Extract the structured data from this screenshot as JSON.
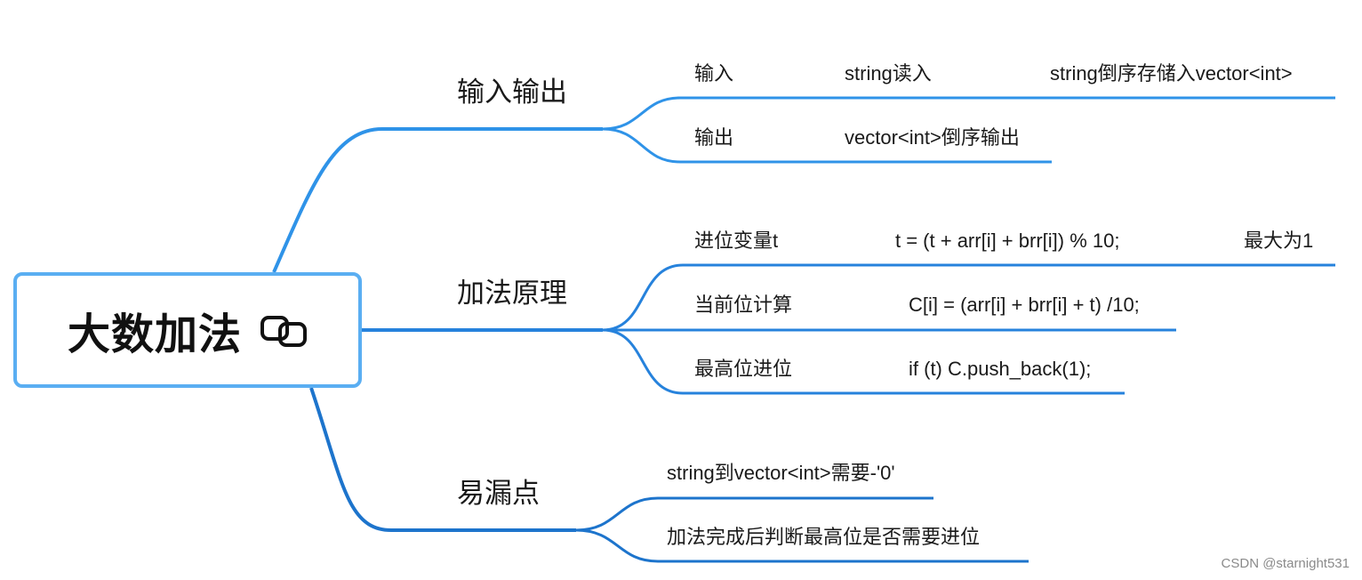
{
  "colors": {
    "line_light": "#2f93e8",
    "line_dark": "#1d74cc",
    "root_border": "#5aaef2"
  },
  "root": {
    "title": "大数加法",
    "icon": "link-icon"
  },
  "branches": [
    {
      "label": "输入输出",
      "children": [
        {
          "cells": [
            "输入",
            "string读入",
            "string倒序存储入vector<int>"
          ]
        },
        {
          "cells": [
            "输出",
            "vector<int>倒序输出"
          ]
        }
      ]
    },
    {
      "label": "加法原理",
      "children": [
        {
          "cells": [
            "进位变量t",
            "t = (t + arr[i] + brr[i]) % 10;",
            "最大为1"
          ]
        },
        {
          "cells": [
            "当前位计算",
            "C[i] = (arr[i] + brr[i] + t) /10;"
          ]
        },
        {
          "cells": [
            "最高位进位",
            "if (t) C.push_back(1);"
          ]
        }
      ]
    },
    {
      "label": "易漏点",
      "children": [
        {
          "cells": [
            "string到vector<int>需要-'0'"
          ]
        },
        {
          "cells": [
            "加法完成后判断最高位是否需要进位"
          ]
        }
      ]
    }
  ],
  "watermark": "CSDN @starnight531"
}
